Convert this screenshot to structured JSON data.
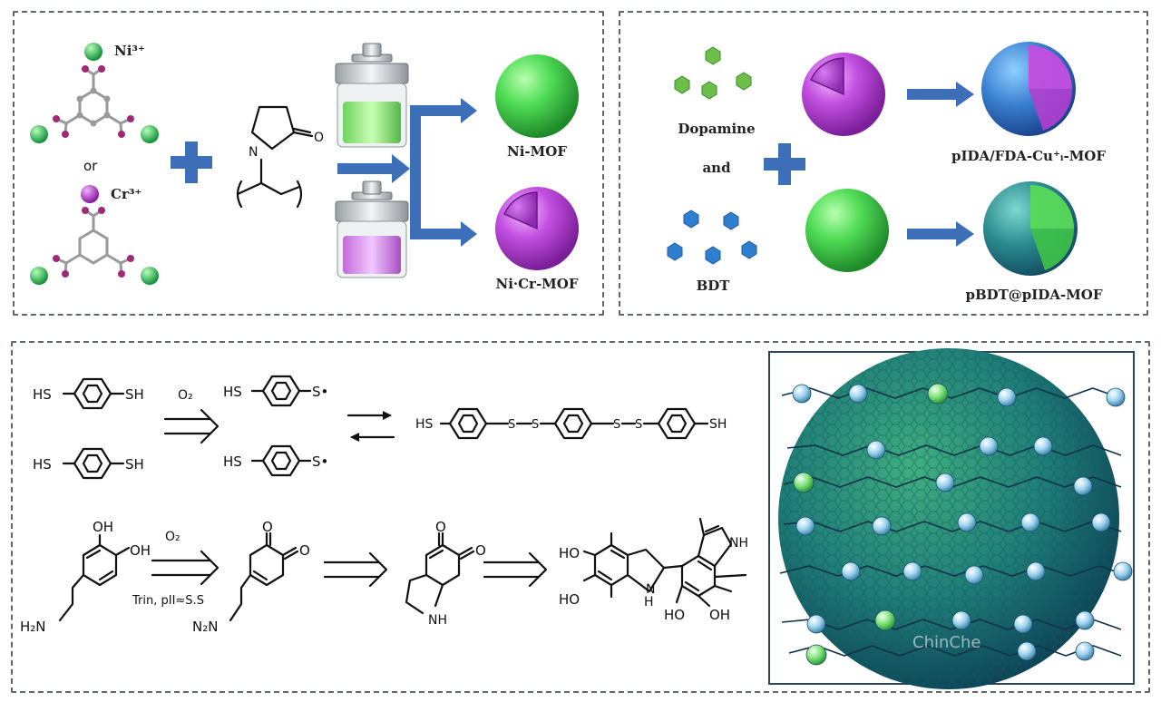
{
  "panel_a": {
    "ion_ni": "Ni³⁺",
    "ion_cr": "Cr³⁺",
    "or_text": "or",
    "product_ni": "Ni-MOF",
    "product_nicr": "Ni·Cr-MOF"
  },
  "panel_b": {
    "dopamine": "Dopamine",
    "and_text": "and",
    "bdt": "BDT",
    "product_top": "pIDA/FDA-Cu⁺ᵢ-MOF",
    "product_bottom": "pBDT@pIDA-MOF"
  },
  "panel_c": {
    "hs": "HS",
    "sh": "SH",
    "s_radical": "S•",
    "s": "S",
    "o2": "O₂",
    "conditions": "Trin, pII≈S.S",
    "oh": "OH",
    "ho": "HO",
    "h2n": "H₂N",
    "n2n": "N₂N",
    "nh": "NH",
    "h": "H",
    "n": "N",
    "o": "O",
    "watermark": "ChinChe"
  },
  "colors": {
    "border": "#5f6670",
    "arrow_blue": "#3d6fb8",
    "green": "#44d35a",
    "magenta": "#c24fe0",
    "teal_sphere": "#1f6e78"
  }
}
